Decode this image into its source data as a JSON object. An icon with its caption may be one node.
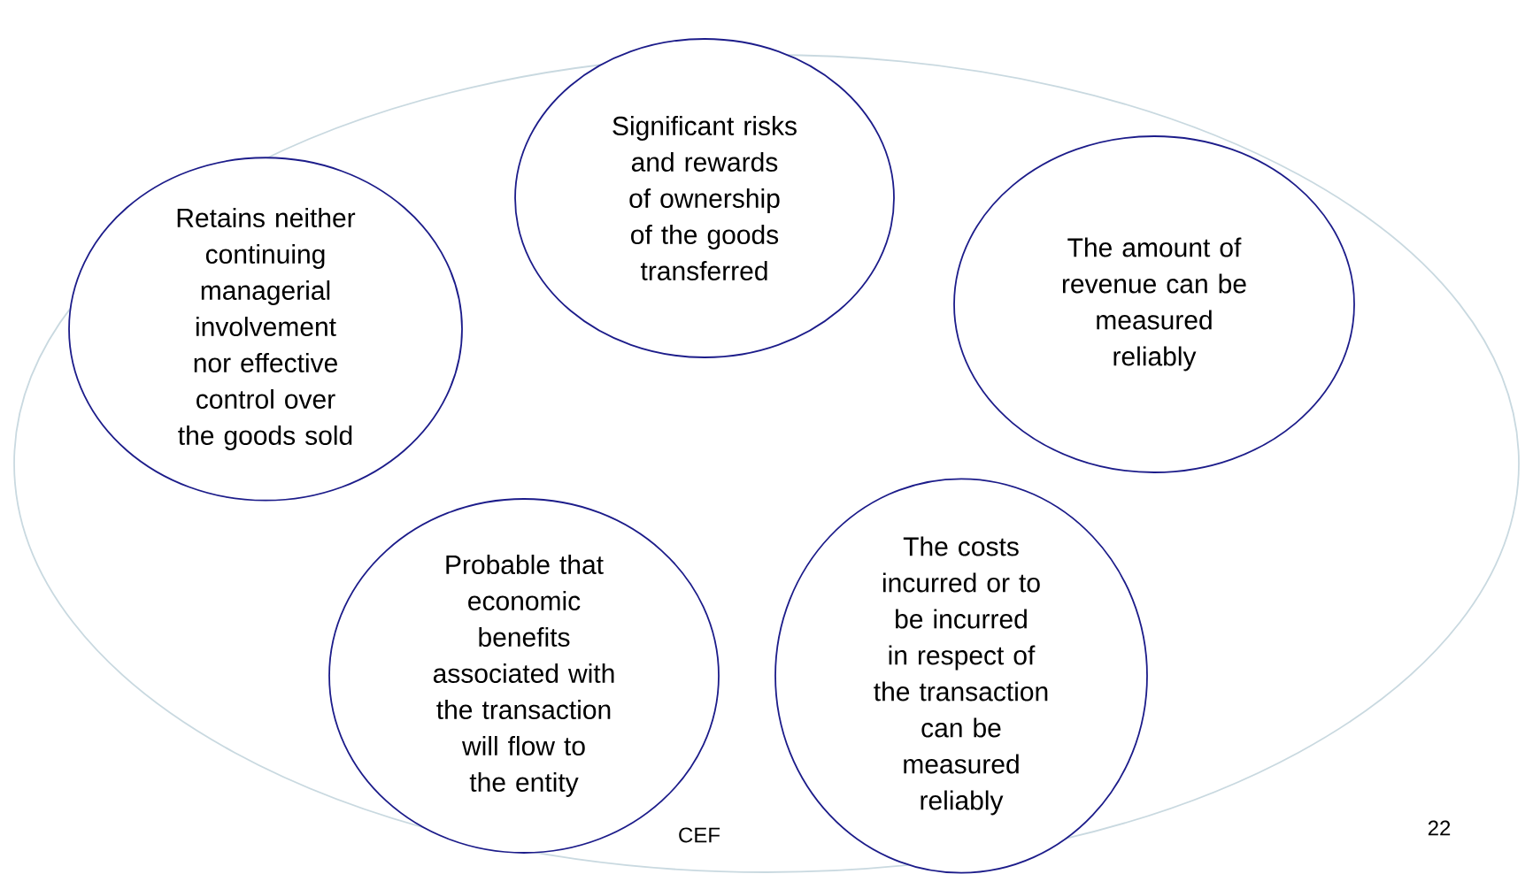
{
  "diagram": {
    "nodes": [
      {
        "text": [],
        "shape": "circle"
      },
      {
        "text": [
          "Significant risks and rewards of ownership of the goods transferred"
        ],
        "in": 0
      },
      {
        "text": [
          "Retains neither continuing managerial involvement nor effective control over the goods sold"
        ],
        "in": 0
      },
      {
        "text": [
          "The amount of revenue can be measured reliably"
        ],
        "in": 0
      },
      {
        "text": [
          "Probable that economic benefits associated with the transaction will flow to the entity"
        ],
        "in": 0
      },
      {
        "text": [
          "The costs incurred or to be incurred in respect of the transaction can be measured reliably"
        ],
        "in": 0
      }
    ],
    "labels": [
      "CEF",
      "22"
    ]
  }
}
